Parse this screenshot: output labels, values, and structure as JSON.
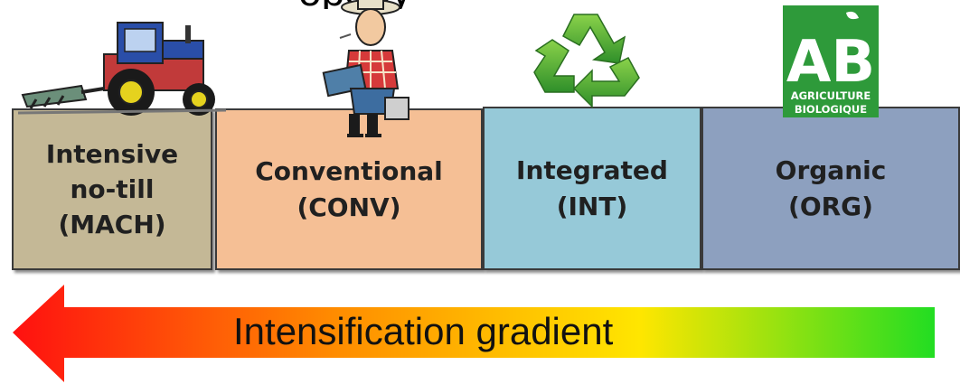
{
  "title_fragment": "opogy",
  "categories": [
    {
      "id": "mach",
      "label": "Intensive\nno-till\n(MACH)",
      "color": "#c4b896"
    },
    {
      "id": "conv",
      "label": "Conventional\n(CONV)",
      "color": "#f5bf95"
    },
    {
      "id": "int",
      "label": "Integrated\n(INT)",
      "color": "#96c9d8"
    },
    {
      "id": "org",
      "label": "Organic\n(ORG)",
      "color": "#8da0bf"
    }
  ],
  "organic_logo": {
    "letters": "AB",
    "line1": "AGRICULTURE",
    "line2": "BIOLOGIQUE",
    "color": "#2e9a3a"
  },
  "arrow": {
    "label": "Intensification gradient",
    "colors": [
      "#ff1010",
      "#ff8c00",
      "#ffe600",
      "#22dd22"
    ]
  },
  "icons": [
    "tractor-icon",
    "farmer-with-laptop-icon",
    "recycle-icon",
    "organic-ab-logo"
  ]
}
